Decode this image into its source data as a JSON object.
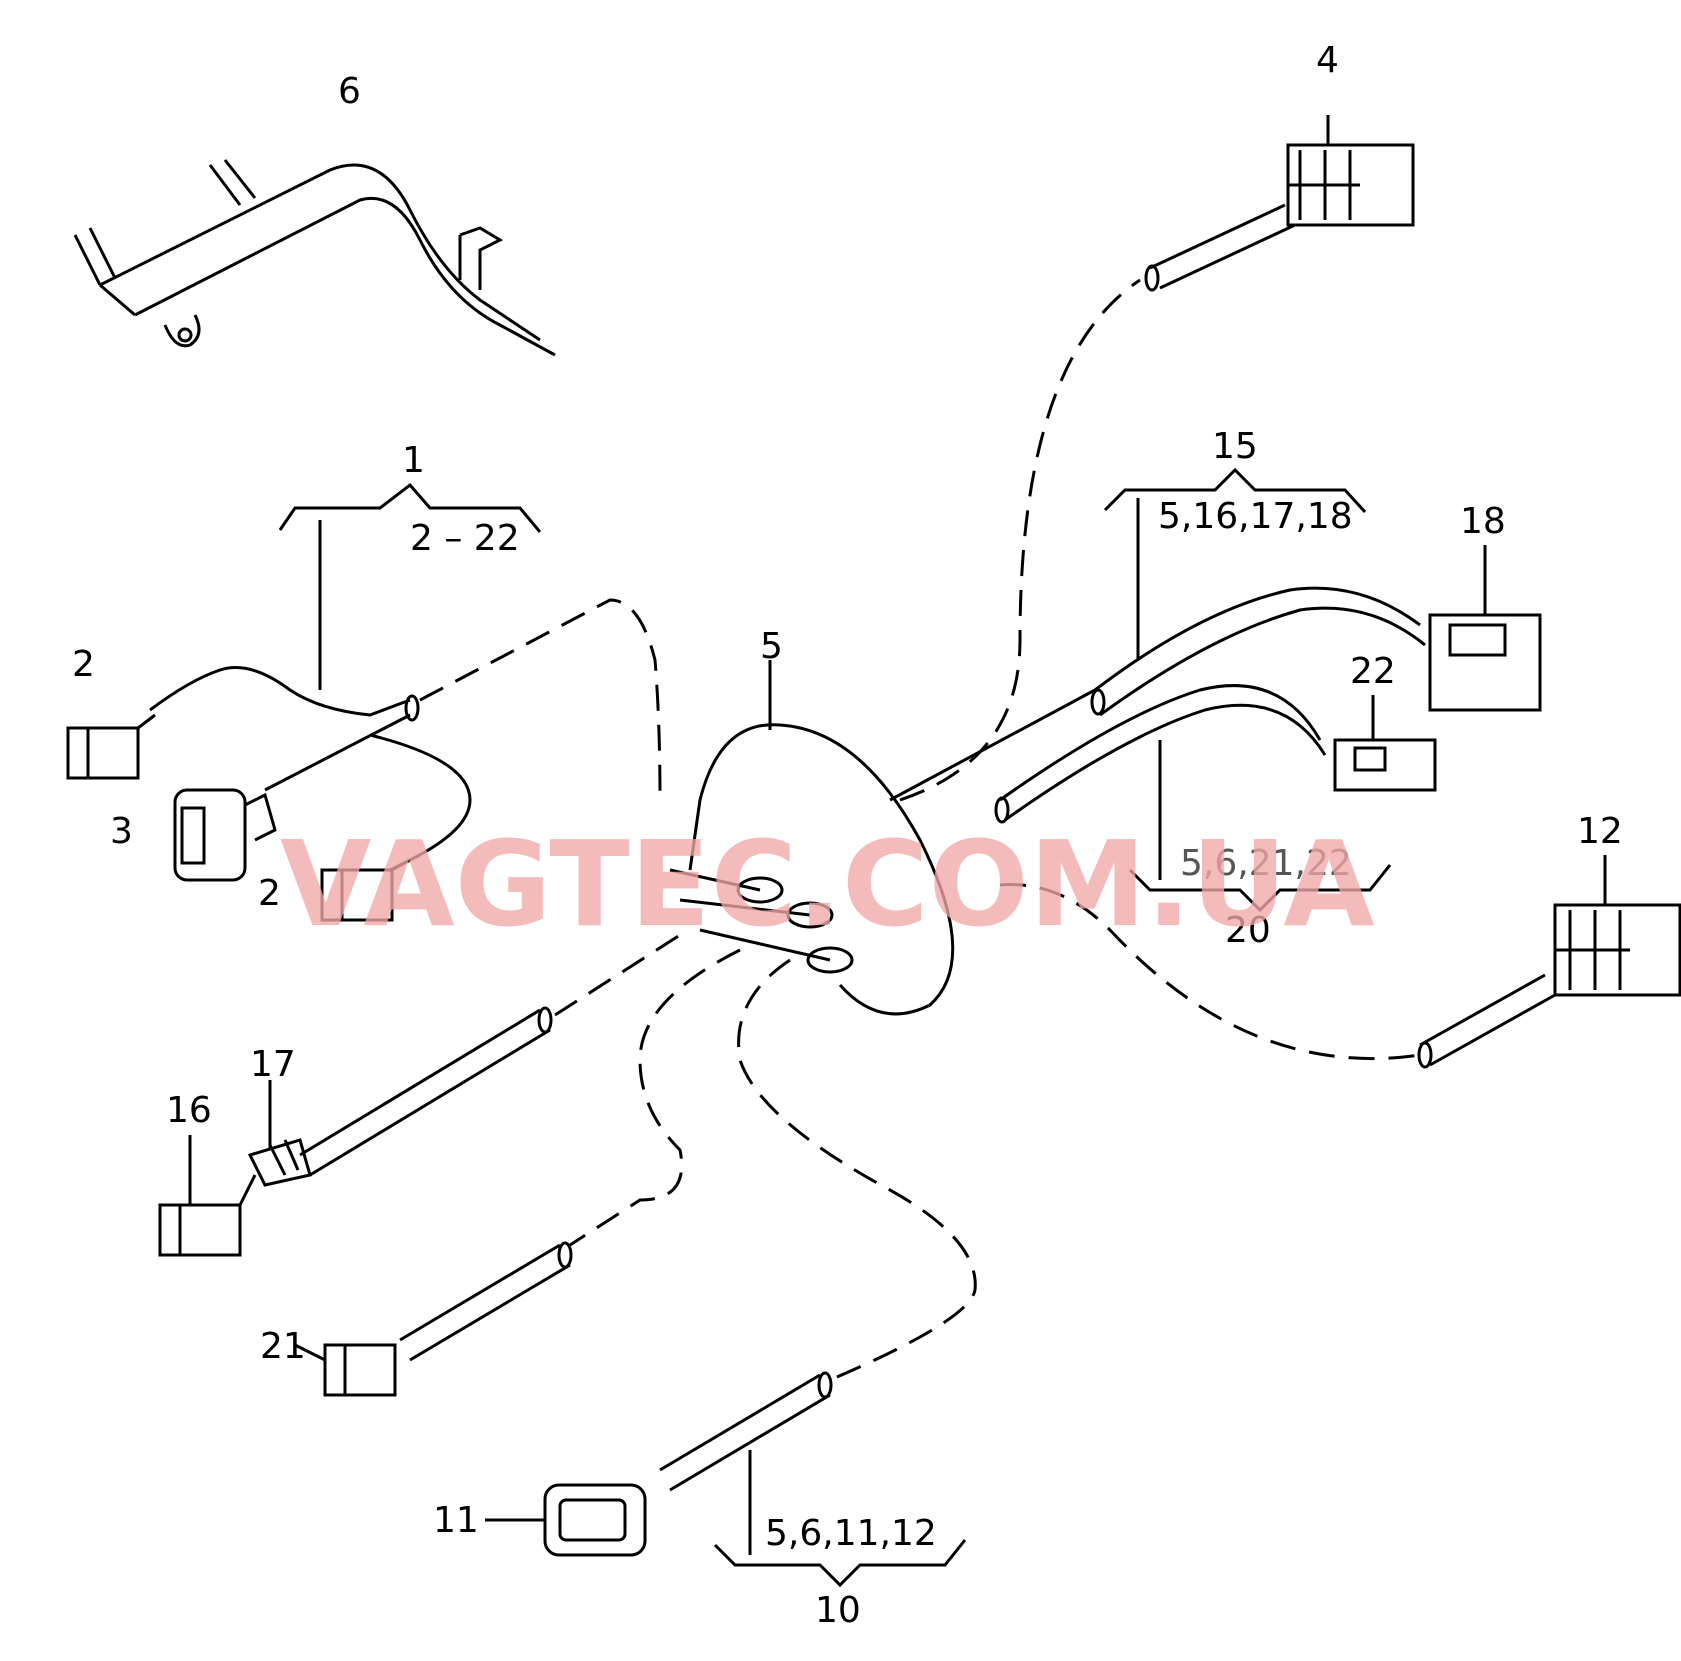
{
  "watermark": "VAGTEC.COM.UA",
  "labels": {
    "l1": "1",
    "l1_range": "2 – 22",
    "l2a": "2",
    "l2b": "2",
    "l3": "3",
    "l4": "4",
    "l5": "5",
    "l6": "6",
    "l10": "10",
    "l10_range": "5,6,11,12",
    "l11": "11",
    "l12": "12",
    "l15": "15",
    "l15_range": "5,16,17,18",
    "l16": "16",
    "l17": "17",
    "l18": "18",
    "l20": "20",
    "l20_range": "5,6,21,22",
    "l21": "21",
    "l22": "22"
  }
}
